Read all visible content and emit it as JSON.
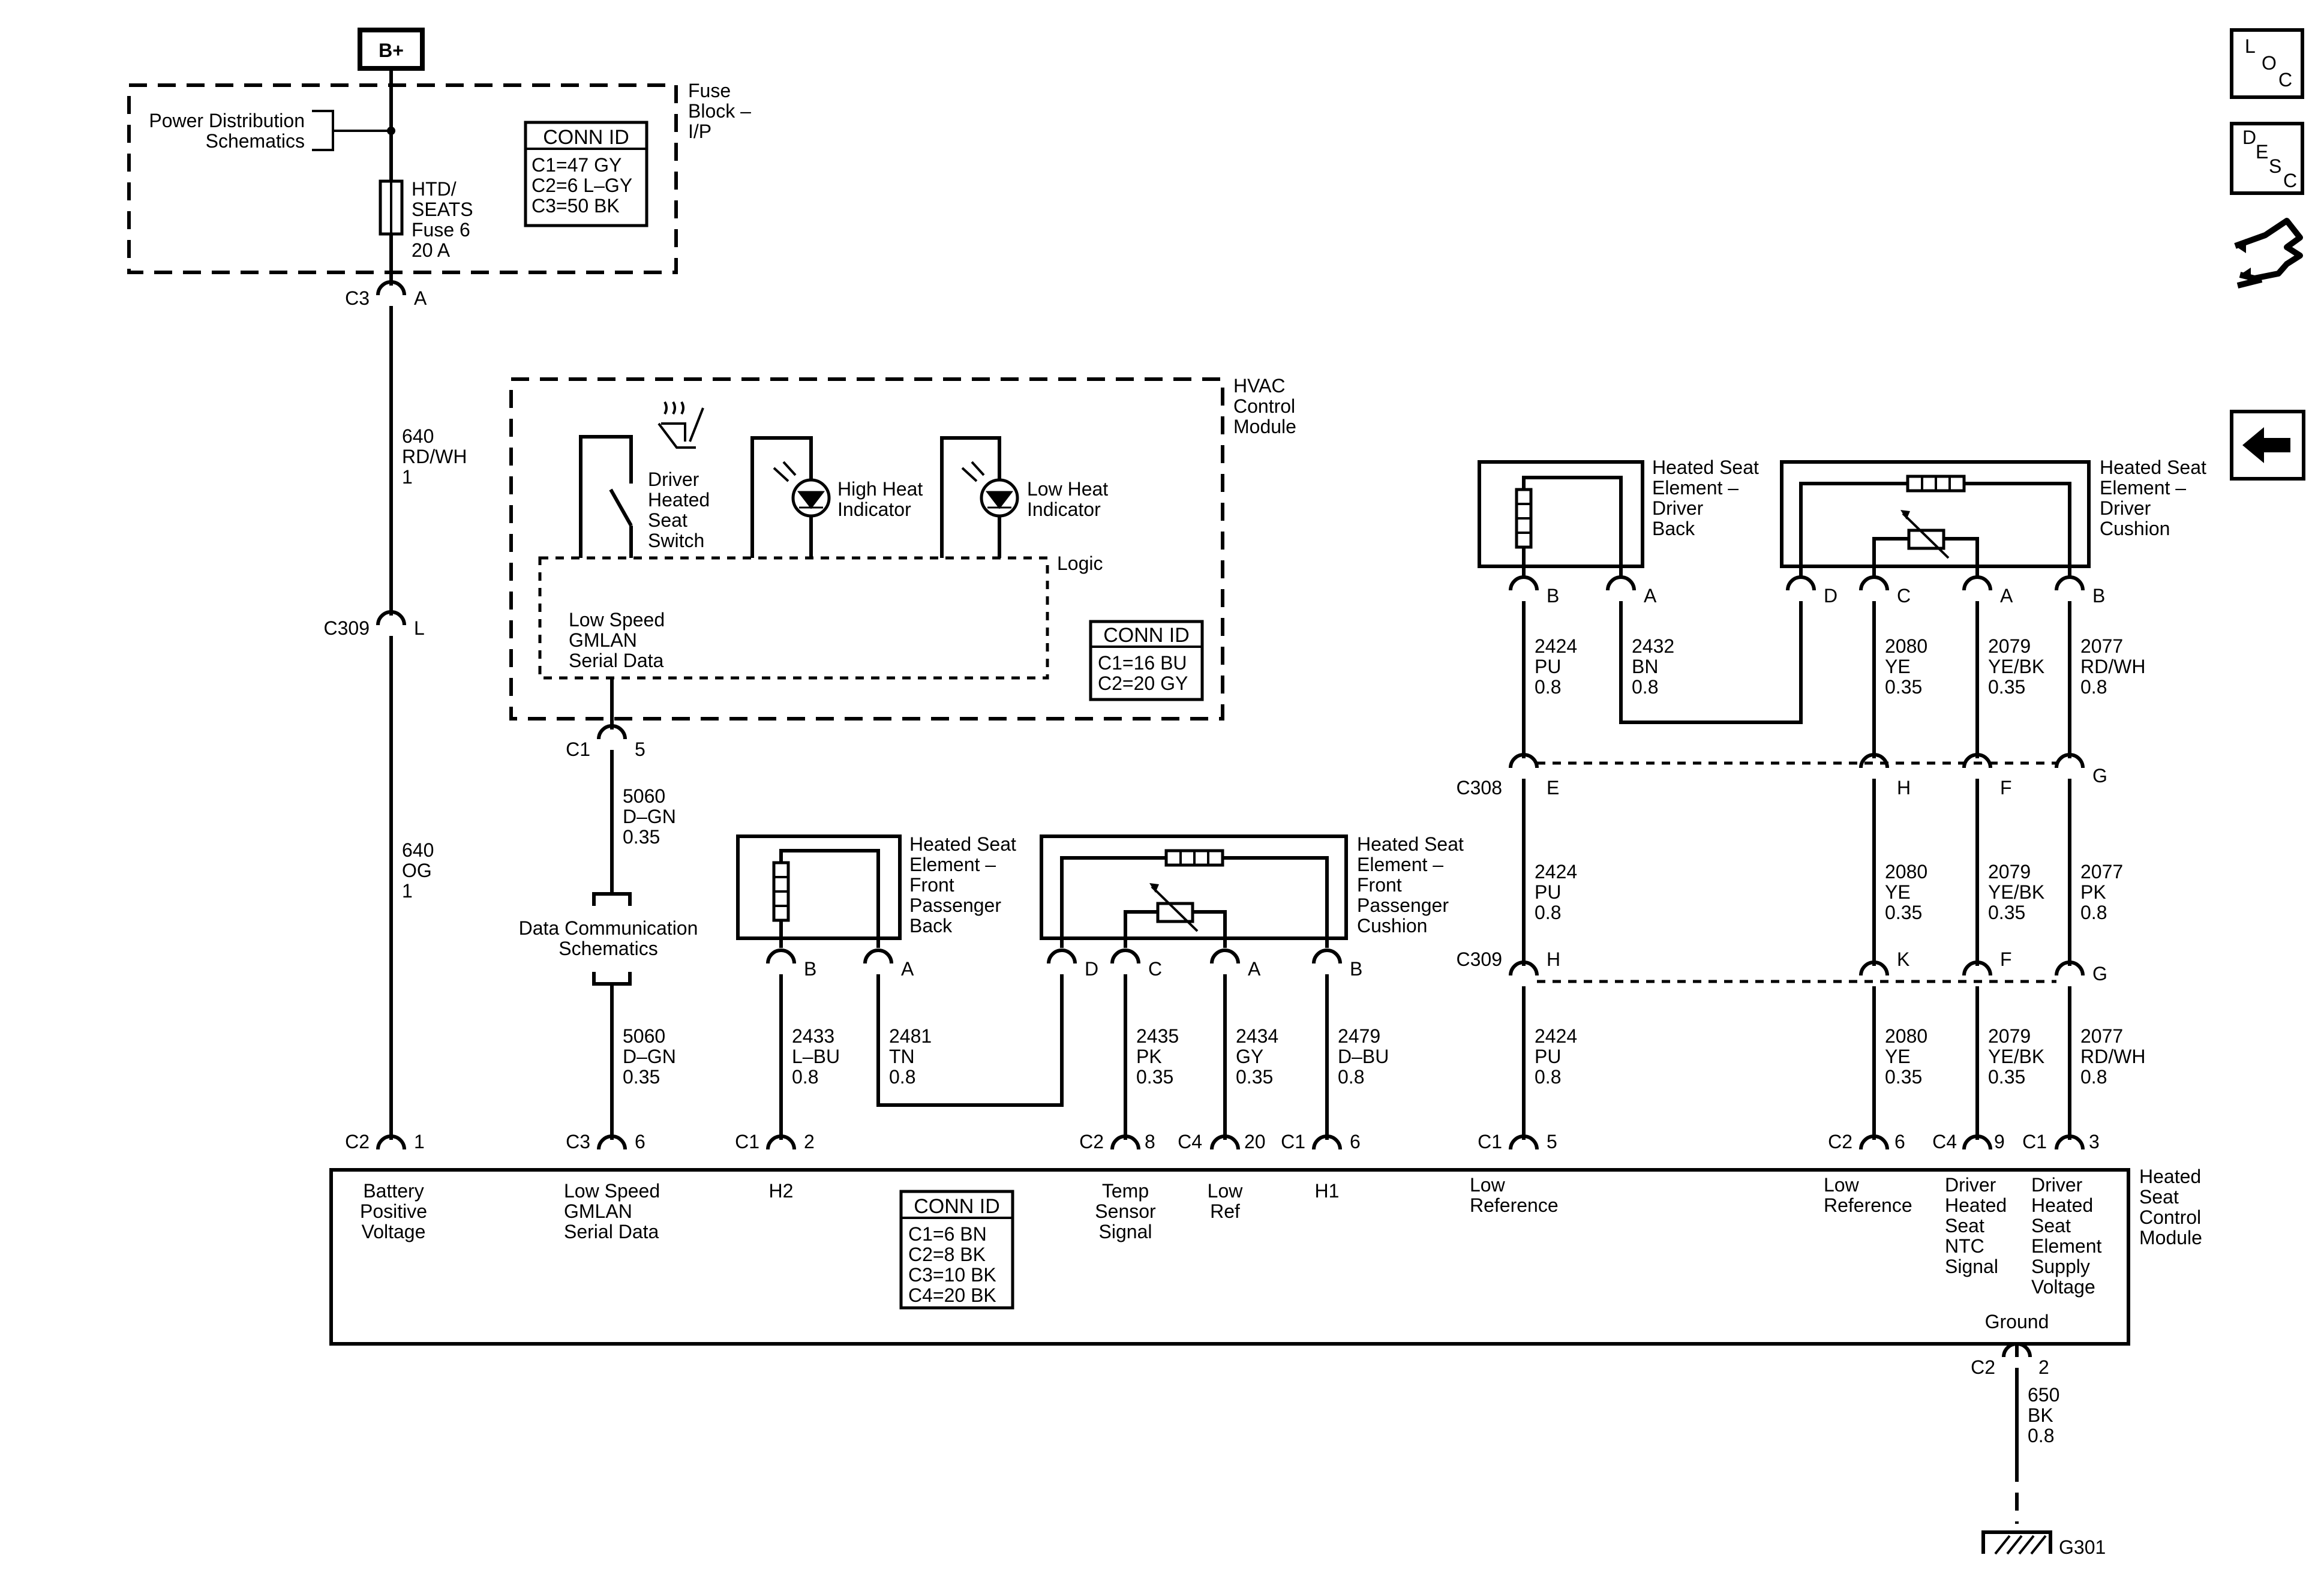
{
  "battery": {
    "label": "B+"
  },
  "fuse_block": {
    "title": [
      "Fuse",
      "Block –",
      "I/P"
    ],
    "pds": [
      "Power Distribution",
      "Schematics"
    ],
    "fuse": [
      "HTD/",
      "SEATS",
      "Fuse 6",
      "20 A"
    ],
    "conn_id_title": "CONN ID",
    "conn_id": [
      "C1=47 GY",
      "C2=6 L–GY",
      "C3=50 BK"
    ],
    "c3": "C3",
    "c3_pin": "A"
  },
  "wires": {
    "w640a": [
      "640",
      "RD/WH",
      "1"
    ],
    "c309": "C309",
    "c309_pin": "L",
    "w640b": [
      "640",
      "OG",
      "1"
    ],
    "w5060a": [
      "5060",
      "D–GN",
      "0.35"
    ],
    "w5060b": [
      "5060",
      "D–GN",
      "0.35"
    ],
    "dcs": [
      "Data Communication",
      "Schematics"
    ],
    "hvac_c1": "C1",
    "hvac_c1_pin": "5"
  },
  "hvac": {
    "title": [
      "HVAC",
      "Control",
      "Module"
    ],
    "switch": [
      "Driver",
      "Heated",
      "Seat",
      "Switch"
    ],
    "high": [
      "High Heat",
      "Indicator"
    ],
    "low": [
      "Low Heat",
      "Indicator"
    ],
    "logic": "Logic",
    "gmlan": [
      "Low Speed",
      "GMLAN",
      "Serial Data"
    ],
    "conn_id_title": "CONN ID",
    "conn_id": [
      "C1=16 BU",
      "C2=20 GY"
    ]
  },
  "pass_back": {
    "title": [
      "Heated Seat",
      "Element –",
      "Front",
      "Passenger",
      "Back"
    ],
    "pinB": "B",
    "pinA": "A",
    "w2433": [
      "2433",
      "L–BU",
      "0.8"
    ],
    "w2481": [
      "2481",
      "TN",
      "0.8"
    ]
  },
  "pass_cushion": {
    "title": [
      "Heated Seat",
      "Element –",
      "Front",
      "Passenger",
      "Cushion"
    ],
    "pinD": "D",
    "pinC": "C",
    "pinA": "A",
    "pinB": "B",
    "w2435": [
      "2435",
      "PK",
      "0.35"
    ],
    "w2434": [
      "2434",
      "GY",
      "0.35"
    ],
    "w2479": [
      "2479",
      "D–BU",
      "0.8"
    ]
  },
  "driver_back": {
    "title": [
      "Heated Seat",
      "Element –",
      "Driver",
      "Back"
    ],
    "pinB": "B",
    "pinA": "A",
    "w2424": [
      "2424",
      "PU",
      "0.8"
    ],
    "w2432": [
      "2432",
      "BN",
      "0.8"
    ]
  },
  "driver_cushion": {
    "title": [
      "Heated Seat",
      "Element –",
      "Driver",
      "Cushion"
    ],
    "pinD": "D",
    "pinC": "C",
    "pinA": "A",
    "pinB": "B",
    "w2080": [
      "2080",
      "YE",
      "0.35"
    ],
    "w2079": [
      "2079",
      "YE/BK",
      "0.35"
    ],
    "w2077": [
      "2077",
      "RD/WH",
      "0.8"
    ]
  },
  "c308": {
    "name": "C308",
    "pins": [
      "E",
      "H",
      "F",
      "G"
    ],
    "w2424": [
      "2424",
      "PU",
      "0.8"
    ],
    "w2080": [
      "2080",
      "YE",
      "0.35"
    ],
    "w2079": [
      "2079",
      "YE/BK",
      "0.35"
    ],
    "w2077": [
      "2077",
      "PK",
      "0.8"
    ]
  },
  "c309b": {
    "name": "C309",
    "pins": [
      "H",
      "K",
      "F",
      "G"
    ],
    "w2424": [
      "2424",
      "PU",
      "0.8"
    ],
    "w2080": [
      "2080",
      "YE",
      "0.35"
    ],
    "w2079": [
      "2079",
      "YE/BK",
      "0.35"
    ],
    "w2077": [
      "2077",
      "RD/WH",
      "0.8"
    ]
  },
  "module": {
    "title": [
      "Heated",
      "Seat",
      "Control",
      "Module"
    ],
    "pins": [
      {
        "conn": "C2",
        "pin": "1",
        "label": [
          "Battery",
          "Positive",
          "Voltage"
        ]
      },
      {
        "conn": "C3",
        "pin": "6",
        "label": [
          "Low Speed",
          "GMLAN",
          "Serial Data"
        ]
      },
      {
        "conn": "C1",
        "pin": "2",
        "label": [
          "H2"
        ]
      },
      {
        "conn": "C2",
        "pin": "8",
        "label": [
          "Temp",
          "Sensor",
          "Signal"
        ]
      },
      {
        "conn": "C4",
        "pin": "20",
        "label": [
          "Low",
          "Ref"
        ]
      },
      {
        "conn": "C1",
        "pin": "6",
        "label": [
          "H1"
        ]
      },
      {
        "conn": "C1",
        "pin": "5",
        "label": [
          "Low",
          "Reference"
        ]
      },
      {
        "conn": "C2",
        "pin": "6",
        "label": [
          "Low",
          "Reference"
        ]
      },
      {
        "conn": "C4",
        "pin": "9",
        "label": [
          "Driver",
          "Heated",
          "Seat",
          "NTC",
          "Signal"
        ]
      },
      {
        "conn": "C1",
        "pin": "3",
        "label": [
          "Driver",
          "Heated",
          "Seat",
          "Element",
          "Supply",
          "Voltage"
        ]
      }
    ],
    "conn_id_title": "CONN ID",
    "conn_id": [
      "C1=6 BN",
      "C2=8 BK",
      "C3=10 BK",
      "C4=20 BK"
    ],
    "ground": "Ground",
    "gnd_conn": "C2",
    "gnd_pin": "2",
    "w650": [
      "650",
      "BK",
      "0.8"
    ],
    "g301": "G301"
  },
  "side_icons": {
    "loc": [
      "L",
      "O",
      "C"
    ],
    "desc": [
      "D",
      "E",
      "S",
      "C"
    ],
    "icons": [
      "loc-icon",
      "desc-icon",
      "connector-tool-icon",
      "back-arrow-icon"
    ]
  }
}
